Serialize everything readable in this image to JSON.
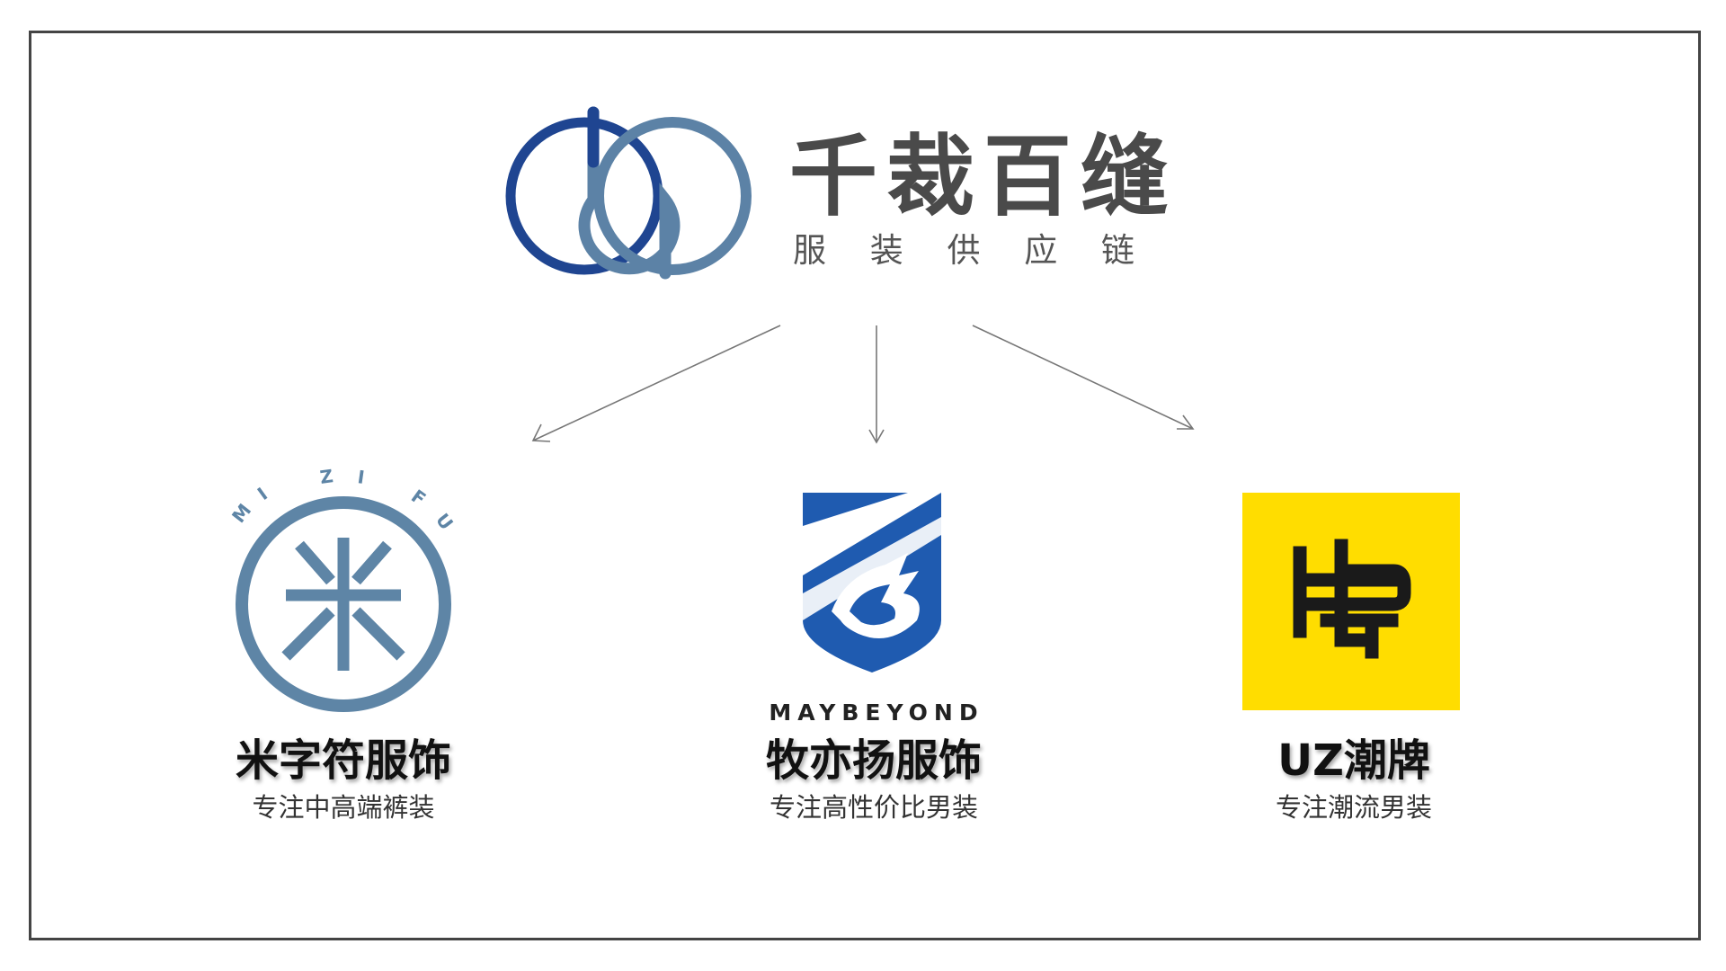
{
  "parent": {
    "name": "千裁百缝",
    "subtitle_chars": [
      "服",
      "装",
      "供",
      "应",
      "链"
    ]
  },
  "brands": [
    {
      "name": "米字符服饰",
      "description": "专注中高端裤装",
      "logo_lettering": [
        "MI",
        "ZI",
        "FU"
      ]
    },
    {
      "name": "牧亦扬服饰",
      "description": "专注高性价比男装",
      "logo_lettering": "MAYBEYOND"
    },
    {
      "name": "UZ潮牌",
      "description": "专注潮流男装"
    }
  ],
  "colors": {
    "parent_dark_blue": "#1f4591",
    "parent_light_blue": "#5c82a6",
    "mizifu_blue": "#5e85a6",
    "maybeyond_blue": "#1f5bb0",
    "uz_yellow": "#ffdd00",
    "frame": "#444444"
  },
  "icons": {
    "parent_logo": "interlocking-rings-logo-icon",
    "mizifu_logo": "asterisk-circle-logo-icon",
    "maybeyond_logo": "dragon-shield-logo-icon",
    "uz_logo": "glyph-square-logo-icon",
    "arrows": "arrow-icon"
  }
}
